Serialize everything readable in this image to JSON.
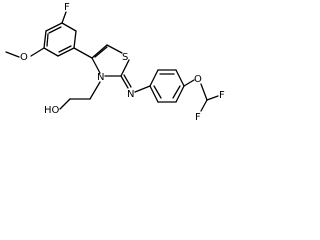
{
  "molecule": {
    "atoms": {
      "F_ring": "F",
      "O_methoxy": "O",
      "S_thiazole": "S",
      "N_ring": "N",
      "N_imine": "N",
      "HO": "HO",
      "O_ether": "O",
      "F_1": "F",
      "F_2": "F"
    }
  }
}
